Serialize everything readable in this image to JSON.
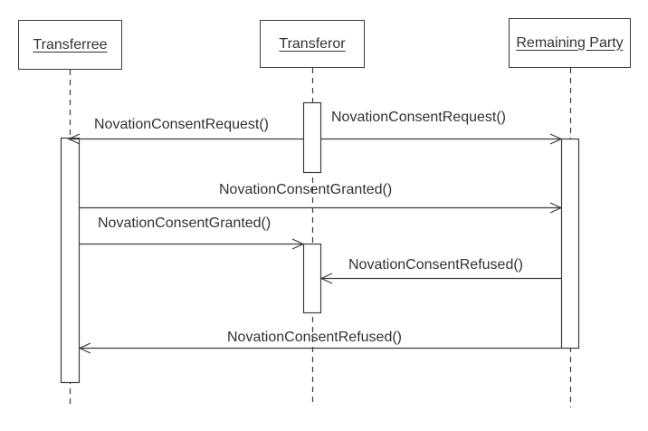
{
  "diagram": {
    "kind": "uml-sequence-diagram",
    "colors": {
      "background": "#ffffff",
      "line": "#3c3c3c",
      "text": "#333333"
    }
  },
  "participants": [
    {
      "name": "Transferree"
    },
    {
      "name": "Transferor"
    },
    {
      "name": "Remaining Party"
    }
  ],
  "messages": [
    {
      "label": "NovationConsentRequest()",
      "from": "Transferor",
      "to": "Transferree"
    },
    {
      "label": "NovationConsentRequest()",
      "from": "Transferor",
      "to": "Remaining Party"
    },
    {
      "label": "NovationConsentGranted()",
      "from": "Transferree",
      "to": "Remaining Party"
    },
    {
      "label": "NovationConsentGranted()",
      "from": "Transferree",
      "to": "Transferor"
    },
    {
      "label": "NovationConsentRefused()",
      "from": "Remaining Party",
      "to": "Transferor"
    },
    {
      "label": "NovationConsentRefused()",
      "from": "Remaining Party",
      "to": "Transferree"
    }
  ]
}
